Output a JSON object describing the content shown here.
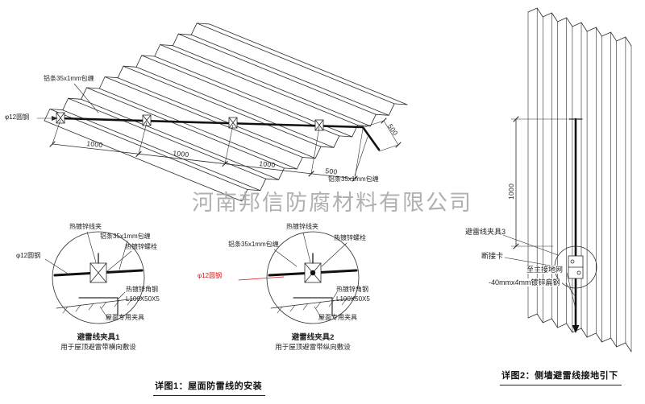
{
  "watermark": "河南邦信防腐材料有限公司",
  "roof": {
    "strip_label_top": "铝条35x1mm包缠",
    "strip_label_bottom": "铝条35x1mm包缠",
    "rod_label": "φ12圆钢",
    "dim_segments": [
      "1000",
      "1000",
      "1000",
      "500"
    ],
    "dim_drop": "500"
  },
  "details": {
    "d1": {
      "clamp": "热镀锌线夹",
      "strip": "铝条35x1mm包缠",
      "bolt": "热镀锌螺栓",
      "rod": "φ12圆钢",
      "angle": "热镀锌角钢",
      "angle_size": "L100X50X5",
      "fixture": "屋面专用夹具",
      "title": "避雷线夹具1",
      "subtitle": "用于屋顶避雷带横向敷设"
    },
    "d2": {
      "clamp": "热镀锌线夹",
      "strip": "铝条35x1mm包缠",
      "bolt": "热镀锌螺栓",
      "rod": "φ12圆钢",
      "angle": "热镀锌角钢",
      "angle_size": "L100X50X5",
      "fixture": "屋面专用夹具",
      "title": "避雷线夹具2",
      "subtitle": "用于屋顶避雷带纵向敷设"
    }
  },
  "wall": {
    "dim": "1000",
    "clamp3": "避雷线夹具3",
    "disconnect": "断接卡",
    "to_ground": "至主接地网",
    "flat_steel": "-40mmx4mm镀锌扁钢"
  },
  "captions": {
    "detail1": "详图1：屋面防雷线的安装",
    "detail2": "详图2：侧墙避雷线接地引下"
  },
  "colors": {
    "line": "#2a2a2a",
    "accent_red": "#d01616",
    "watermark_gray": "#a8a8a8"
  }
}
